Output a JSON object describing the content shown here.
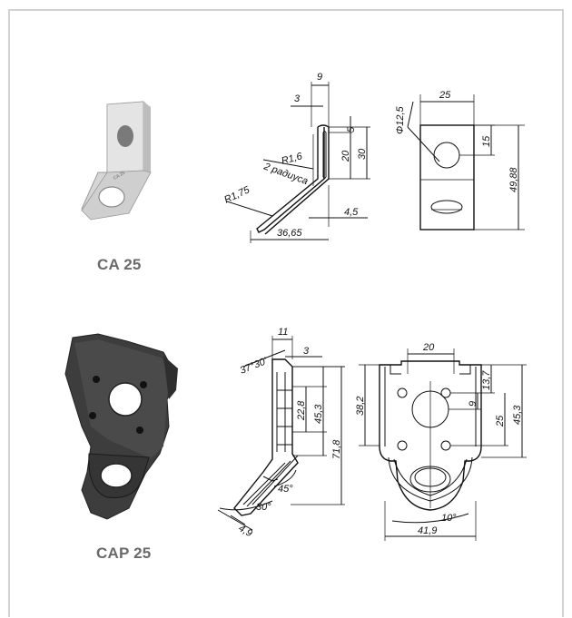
{
  "products": [
    {
      "name": "CA 25"
    },
    {
      "name": "CAP 25"
    }
  ],
  "dims_ca25": {
    "d9": "9",
    "d3": "3",
    "d25": "25",
    "d12_5": "Φ12,5",
    "d5": "5",
    "d20": "20",
    "d30": "30",
    "d15": "15",
    "d49_88": "49,88",
    "r1_6": "R1,6",
    "two_rad": "2 радиуса",
    "r1_75": "R1,75",
    "d4_5": "4,5",
    "d36_65": "36,65"
  },
  "dims_cap25": {
    "d11": "11",
    "angle": "37°30'",
    "d3": "3",
    "d20": "20",
    "d22_8": "22,8",
    "d45_3a": "45,3",
    "d71_8": "71,8",
    "d38_2": "38,2",
    "d13_7": "13,7",
    "d9": "9",
    "d25": "25",
    "d45_3b": "45,3",
    "a45": "45°",
    "a30": "30°",
    "d4_9": "4,9",
    "a10": "10°",
    "d41_9": "41,9"
  },
  "colors": {
    "border": "#d2d2d2",
    "label": "#6a6a6a",
    "metal_light": "#d9d9d9",
    "plastic_dark": "#3a3a3a"
  }
}
